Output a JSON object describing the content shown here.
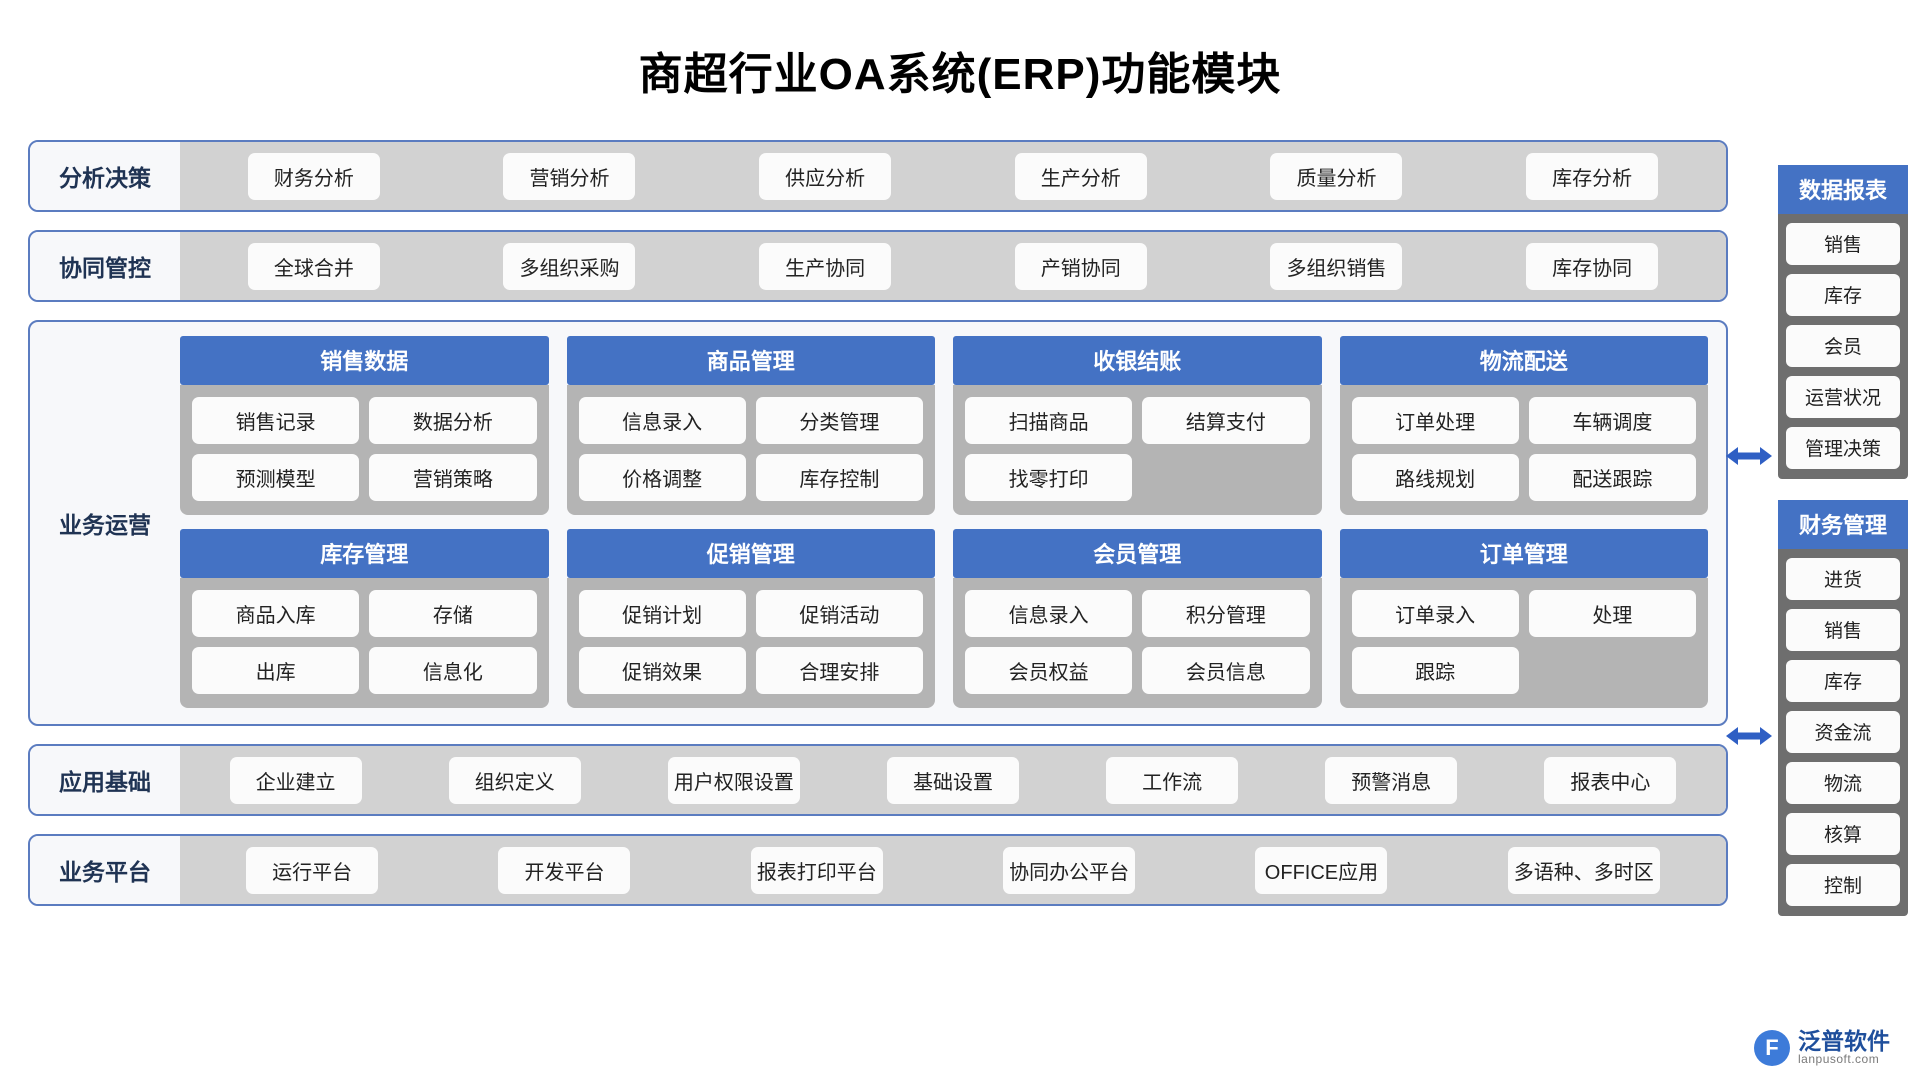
{
  "title": "商超行业OA系统(ERP)功能模块",
  "rows": [
    {
      "label": "分析决策",
      "items": [
        "财务分析",
        "营销分析",
        "供应分析",
        "生产分析",
        "质量分析",
        "库存分析"
      ]
    },
    {
      "label": "协同管控",
      "items": [
        "全球合并",
        "多组织采购",
        "生产协同",
        "产销协同",
        "多组织销售",
        "库存协同"
      ]
    }
  ],
  "operations": {
    "label": "业务运营",
    "cards": [
      {
        "title": "销售数据",
        "items": [
          "销售记录",
          "数据分析",
          "预测模型",
          "营销策略"
        ]
      },
      {
        "title": "商品管理",
        "items": [
          "信息录入",
          "分类管理",
          "价格调整",
          "库存控制"
        ]
      },
      {
        "title": "收银结账",
        "items": [
          "扫描商品",
          "结算支付",
          "找零打印"
        ]
      },
      {
        "title": "物流配送",
        "items": [
          "订单处理",
          "车辆调度",
          "路线规划",
          "配送跟踪"
        ]
      },
      {
        "title": "库存管理",
        "items": [
          "商品入库",
          "存储",
          "出库",
          "信息化"
        ]
      },
      {
        "title": "促销管理",
        "items": [
          "促销计划",
          "促销活动",
          "促销效果",
          "合理安排"
        ]
      },
      {
        "title": "会员管理",
        "items": [
          "信息录入",
          "积分管理",
          "会员权益",
          "会员信息"
        ]
      },
      {
        "title": "订单管理",
        "items": [
          "订单录入",
          "处理",
          "跟踪"
        ]
      }
    ]
  },
  "bottom_rows": [
    {
      "label": "应用基础",
      "items": [
        "企业建立",
        "组织定义",
        "用户权限设置",
        "基础设置",
        "工作流",
        "预警消息",
        "报表中心"
      ]
    },
    {
      "label": "业务平台",
      "items": [
        "运行平台",
        "开发平台",
        "报表打印平台",
        "协同办公平台",
        "OFFICE应用",
        "多语种、多时区"
      ]
    }
  ],
  "sidebar": [
    {
      "title": "数据报表",
      "items": [
        "销售",
        "库存",
        "会员",
        "运营状况",
        "管理决策"
      ]
    },
    {
      "title": "财务管理",
      "items": [
        "进货",
        "销售",
        "库存",
        "资金流",
        "物流",
        "核算",
        "控制"
      ]
    }
  ],
  "logo": {
    "mark": "F",
    "name": "泛普软件",
    "url": "lanpusoft.com"
  },
  "colors": {
    "accent": "#4472c4",
    "band_border": "#5b7cc0",
    "band_body": "#d2d2d2",
    "card_body": "#b4b4b4",
    "sidebar_bg": "#6e6e6e",
    "label_text": "#1f3353"
  }
}
